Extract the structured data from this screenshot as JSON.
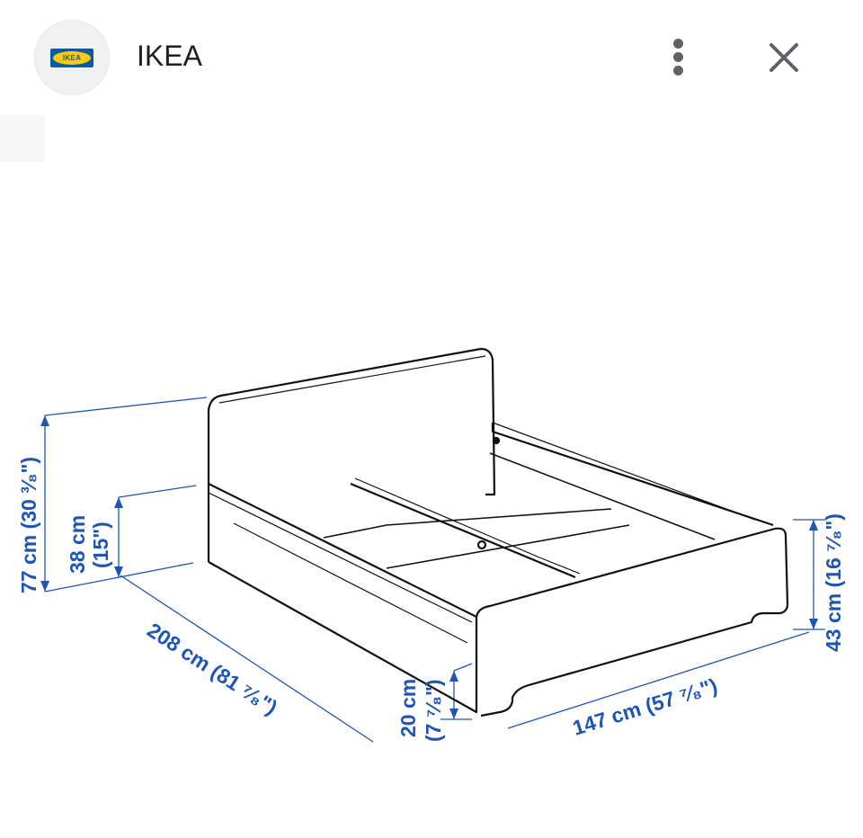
{
  "header": {
    "site_name": "IKEA",
    "logo_text": "IKEA",
    "menu_icon": "more-vert-icon",
    "close_icon": "close-icon"
  },
  "diagram": {
    "dim_total_height": "77 cm (30 ³⁄₈\")",
    "dim_side_height_cm": "38 cm",
    "dim_side_height_in": "(15\")",
    "dim_length": "208 cm (81 ⁷⁄₈\")",
    "dim_clearance_cm": "20 cm",
    "dim_clearance_in": "(7 ⁷⁄₈\")",
    "dim_width": "147 cm (57 ⁷⁄₈\")",
    "dim_foot_height": "43 cm (16 ⁷⁄₈\")"
  },
  "colors": {
    "dimension_blue": "#1e55b3",
    "line_black": "#111111",
    "ikea_blue": "#0a5aa8",
    "ikea_yellow": "#ffcc00"
  }
}
